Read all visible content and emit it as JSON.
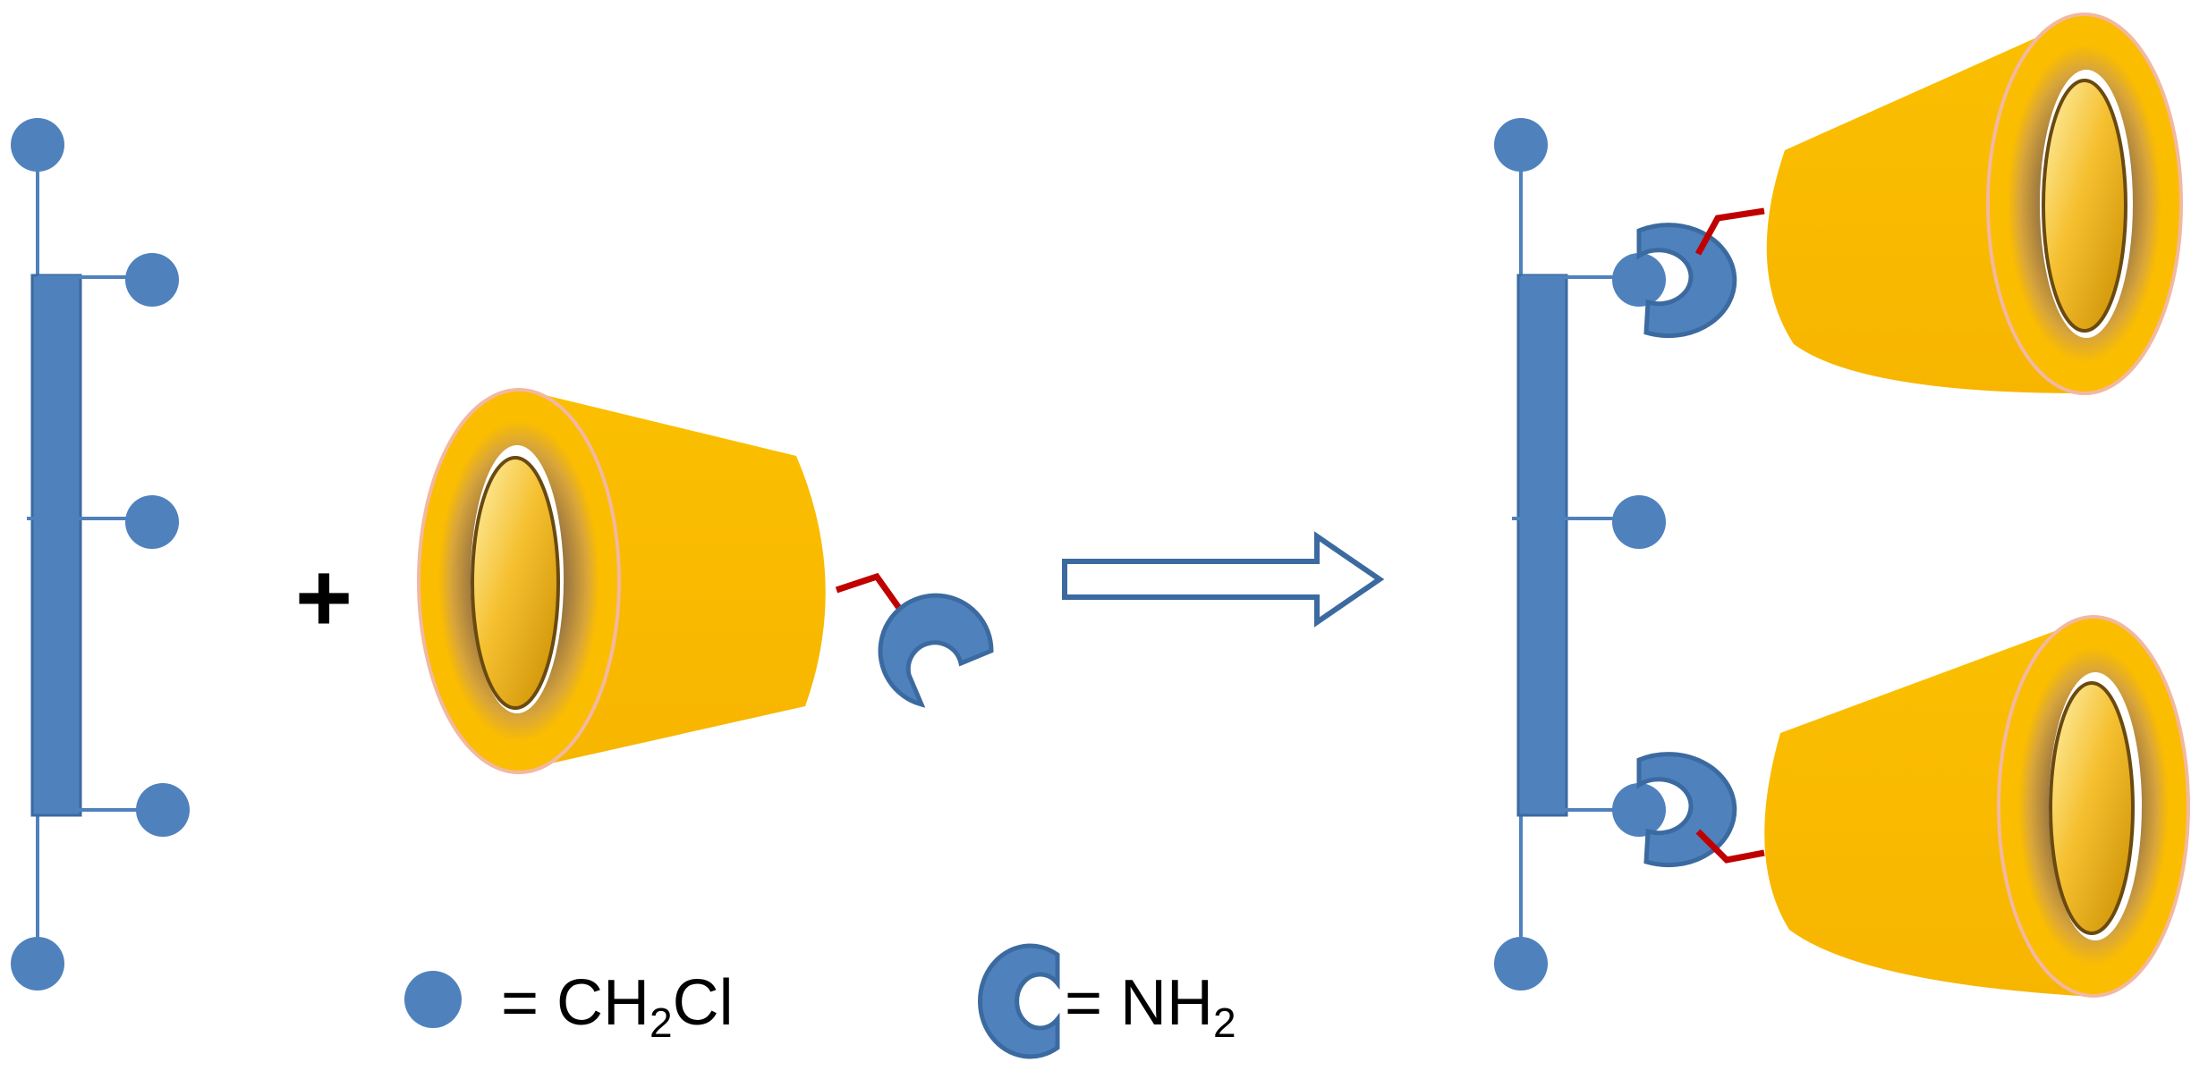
{
  "colors": {
    "polymer_blue": "#4f81bd",
    "polymer_blue_dark": "#3b6aa0",
    "cd_gold": "#fbbd00",
    "cd_rim": "#f2b8a0",
    "linker_red": "#c00000",
    "text": "#000000"
  },
  "diagram": {
    "plus_sign": "+",
    "arrow_icon": "reaction-arrow-icon"
  },
  "legend": {
    "chloromethyl": {
      "symbol": "blue-dot-icon",
      "prefix": "= CH",
      "subscript": "2",
      "suffix": "Cl"
    },
    "amine": {
      "symbol": "c-shaped-amine-icon",
      "prefix": "= NH",
      "subscript": "2"
    }
  }
}
